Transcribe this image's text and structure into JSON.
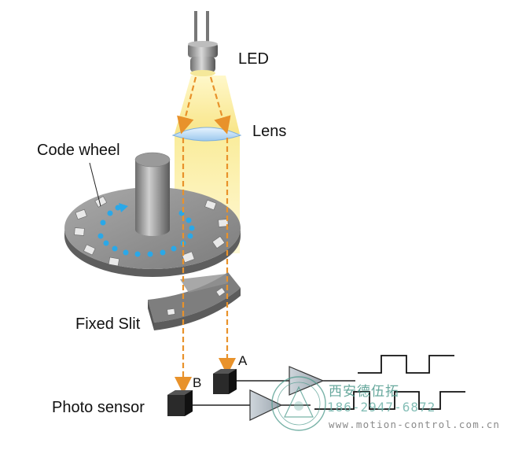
{
  "labels": {
    "led": "LED",
    "lens": "Lens",
    "code_wheel": "Code wheel",
    "fixed_slit": "Fixed Slit",
    "photo_sensor": "Photo sensor",
    "channel_a": "A",
    "channel_b": "B"
  },
  "watermark": {
    "company_cn": "西安德伍拓",
    "phone": "186-2947-6872",
    "url": "www.motion-control.com.cn"
  },
  "colors": {
    "light_beam": "#f7e27a",
    "light_path": "#e8922b",
    "wheel_gray": "#8e8e8e",
    "rotation_dots": "#2aa8e8",
    "watermark": "#4d9a8c"
  }
}
